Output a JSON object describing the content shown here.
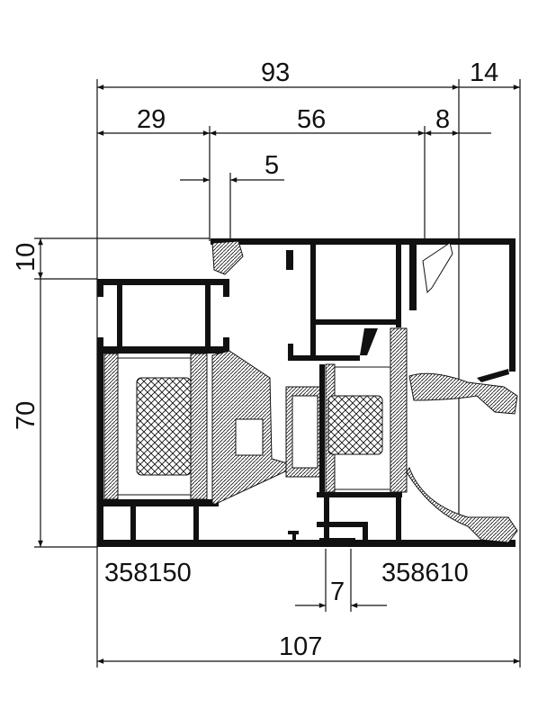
{
  "drawing": {
    "dimensions": {
      "overall_top": "93",
      "right_top": "14",
      "left_sash": "29",
      "middle": "56",
      "gap": "8",
      "offset": "5",
      "top_height": "10",
      "height": "70",
      "bottom_gap": "7",
      "overall_width": "107"
    },
    "profile_codes": {
      "left": "358150",
      "right": "358610"
    },
    "colors": {
      "line": "#111111",
      "background": "#ffffff"
    }
  }
}
